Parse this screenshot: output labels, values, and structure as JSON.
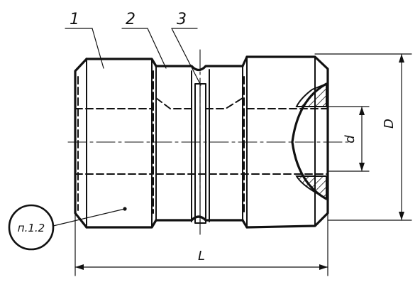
{
  "callouts": {
    "part1": "1",
    "part2": "2",
    "part3": "3"
  },
  "dimensions": {
    "outer_diameter": "D",
    "inner_diameter": "d",
    "length": "L"
  },
  "note_ref": "п.1.2"
}
